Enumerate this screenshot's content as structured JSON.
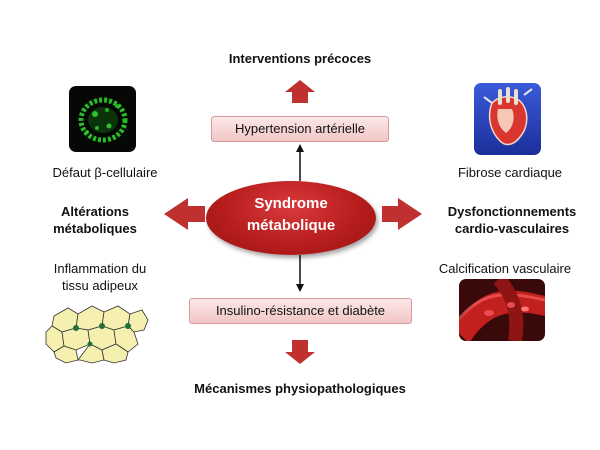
{
  "center": {
    "line1": "Syndrome",
    "line2": "métabolique"
  },
  "top": {
    "label": "Interventions précoces",
    "box": "Hypertension artérielle"
  },
  "bottom": {
    "label": "Mécanismes physiopathologiques",
    "box": "Insulino-résistance et diabète"
  },
  "left": {
    "label_line1": "Altérations",
    "label_line2": "métaboliques",
    "image_caption_top": "Défaut β-cellulaire",
    "image_caption_bottom_line1": "Inflammation du",
    "image_caption_bottom_line2": "tissu adipeux"
  },
  "right": {
    "label_line1": "Dysfonctionnements",
    "label_line2": "cardio-vasculaires",
    "image_caption_top": "Fibrose cardiaque",
    "image_caption_bottom": "Calcification vasculaire"
  },
  "colors": {
    "arrow_red": "#c0302e",
    "ellipse_red": "#b81d1d",
    "box_fill": "#f6d3d3",
    "box_border": "#d99a9a"
  },
  "icons": [
    "beta-cell-microscopy-image",
    "heart-fibrosis-image",
    "vascular-calcification-image",
    "adipose-tissue-illustration"
  ]
}
